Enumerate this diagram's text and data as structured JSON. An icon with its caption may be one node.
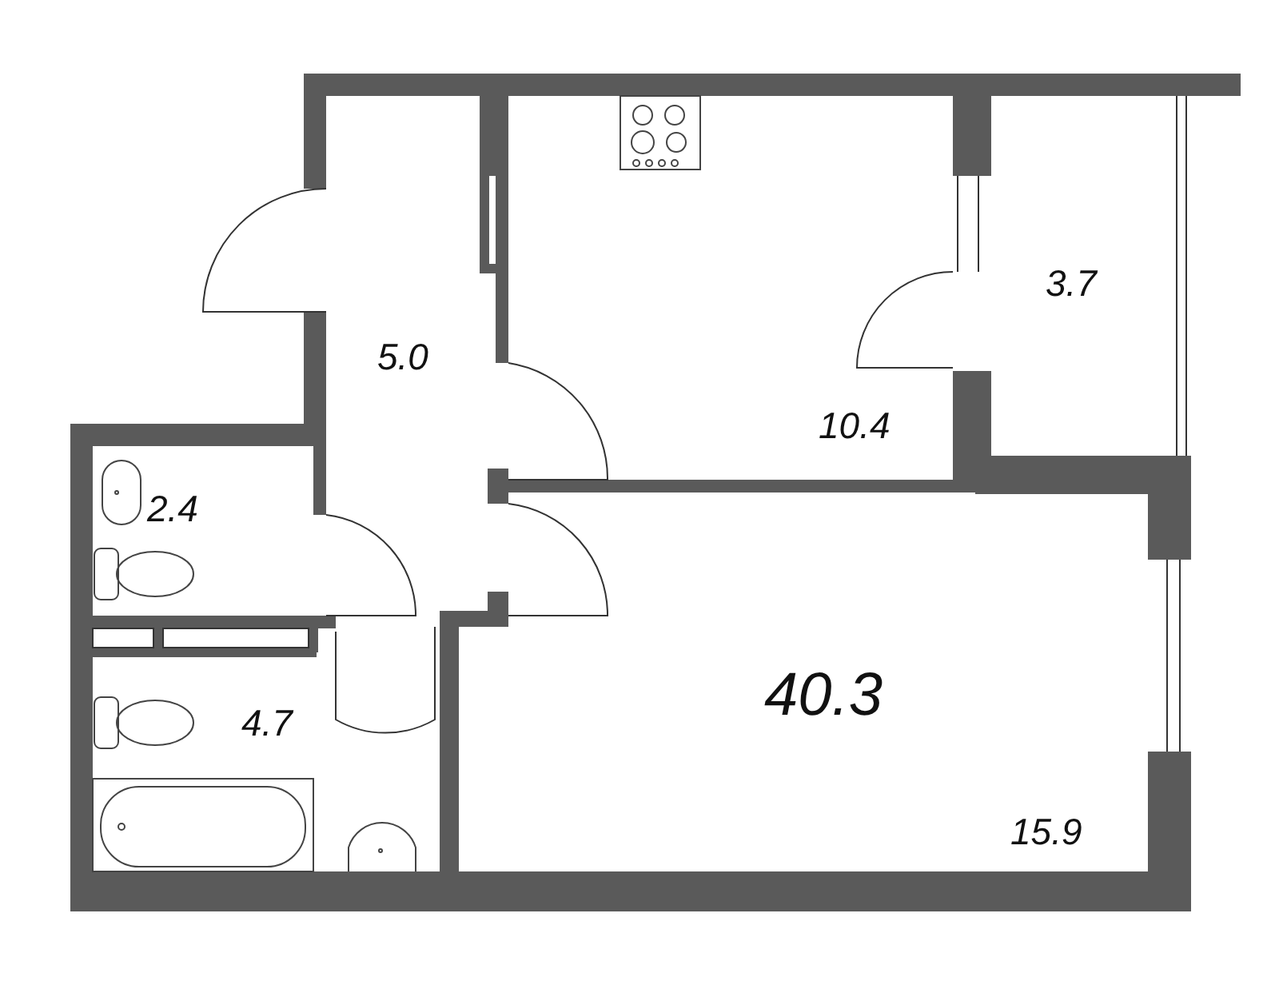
{
  "diagram": {
    "labels": [
      "5.0",
      "10.4",
      "3.7",
      "2.4",
      "40.3",
      "4.7",
      "15.9"
    ]
  }
}
